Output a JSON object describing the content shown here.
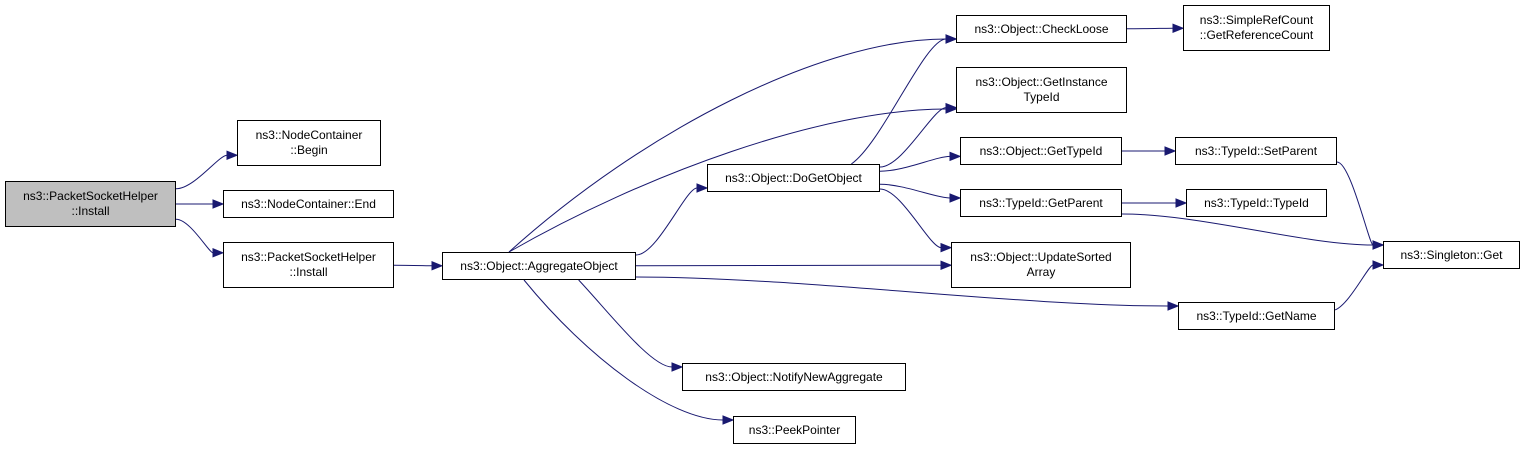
{
  "colors": {
    "edge": "#191970",
    "root_fill": "#bfbfbf",
    "node_fill": "#ffffff",
    "border": "#000000"
  },
  "nodes": {
    "packet_socket_helper_install_root": {
      "lines": [
        "ns3::PacketSocketHelper",
        "::Install"
      ]
    },
    "node_container_begin": {
      "lines": [
        "ns3::NodeContainer",
        "::Begin"
      ]
    },
    "node_container_end": {
      "lines": [
        "ns3::NodeContainer::End"
      ]
    },
    "packet_socket_helper_install": {
      "lines": [
        "ns3::PacketSocketHelper",
        "::Install"
      ]
    },
    "object_aggregate_object": {
      "lines": [
        "ns3::Object::AggregateObject"
      ]
    },
    "object_do_get_object": {
      "lines": [
        "ns3::Object::DoGetObject"
      ]
    },
    "object_check_loose": {
      "lines": [
        "ns3::Object::CheckLoose"
      ]
    },
    "object_get_instance_type_id": {
      "lines": [
        "ns3::Object::GetInstance",
        "TypeId"
      ]
    },
    "object_get_type_id": {
      "lines": [
        "ns3::Object::GetTypeId"
      ]
    },
    "type_id_get_parent": {
      "lines": [
        "ns3::TypeId::GetParent"
      ]
    },
    "object_update_sorted_array": {
      "lines": [
        "ns3::Object::UpdateSorted",
        "Array"
      ]
    },
    "type_id_get_name": {
      "lines": [
        "ns3::TypeId::GetName"
      ]
    },
    "object_notify_new_aggregate": {
      "lines": [
        "ns3::Object::NotifyNewAggregate"
      ]
    },
    "peek_pointer": {
      "lines": [
        "ns3::PeekPointer"
      ]
    },
    "simple_ref_count_get_reference_count": {
      "lines": [
        "ns3::SimpleRefCount",
        "::GetReferenceCount"
      ]
    },
    "type_id_set_parent": {
      "lines": [
        "ns3::TypeId::SetParent"
      ]
    },
    "type_id_type_id": {
      "lines": [
        "ns3::TypeId::TypeId"
      ]
    },
    "singleton_get": {
      "lines": [
        "ns3::Singleton::Get"
      ]
    }
  },
  "edges": [
    [
      "packet_socket_helper_install_root",
      "node_container_begin"
    ],
    [
      "packet_socket_helper_install_root",
      "node_container_end"
    ],
    [
      "packet_socket_helper_install_root",
      "packet_socket_helper_install"
    ],
    [
      "packet_socket_helper_install",
      "object_aggregate_object"
    ],
    [
      "object_aggregate_object",
      "object_check_loose"
    ],
    [
      "object_aggregate_object",
      "object_get_instance_type_id"
    ],
    [
      "object_aggregate_object",
      "object_do_get_object"
    ],
    [
      "object_aggregate_object",
      "object_update_sorted_array"
    ],
    [
      "object_aggregate_object",
      "type_id_get_name"
    ],
    [
      "object_aggregate_object",
      "object_notify_new_aggregate"
    ],
    [
      "object_aggregate_object",
      "peek_pointer"
    ],
    [
      "object_do_get_object",
      "object_check_loose"
    ],
    [
      "object_do_get_object",
      "object_get_instance_type_id"
    ],
    [
      "object_do_get_object",
      "object_get_type_id"
    ],
    [
      "object_do_get_object",
      "type_id_get_parent"
    ],
    [
      "object_do_get_object",
      "object_update_sorted_array"
    ],
    [
      "object_check_loose",
      "simple_ref_count_get_reference_count"
    ],
    [
      "object_get_type_id",
      "type_id_set_parent"
    ],
    [
      "type_id_get_parent",
      "type_id_type_id"
    ],
    [
      "type_id_get_parent",
      "singleton_get"
    ],
    [
      "type_id_set_parent",
      "singleton_get"
    ],
    [
      "type_id_get_name",
      "singleton_get"
    ]
  ]
}
